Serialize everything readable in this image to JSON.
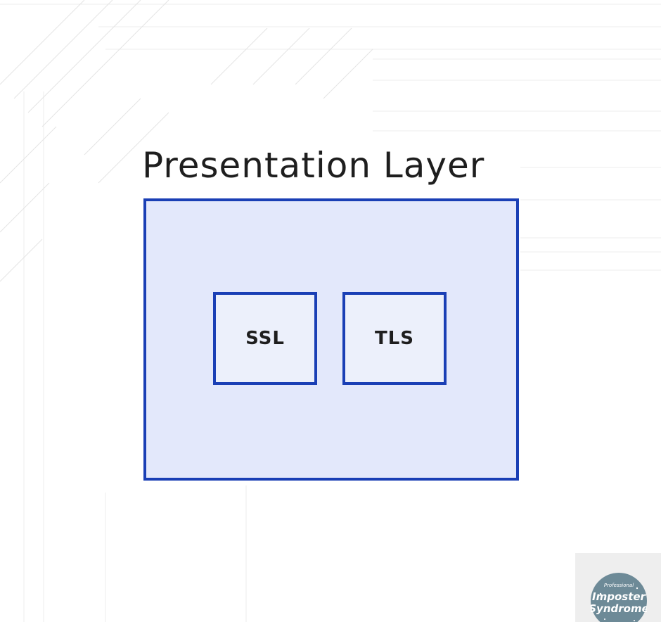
{
  "diagram": {
    "title": "Presentation Layer",
    "protocols": [
      {
        "label": "SSL"
      },
      {
        "label": "TLS"
      }
    ]
  },
  "watermark": {
    "lines": [
      "Professional",
      "Imposter",
      "Syndrome"
    ]
  },
  "colors": {
    "stroke": "#1a3fb5",
    "outer_fill": "#e3e8fb",
    "inner_fill": "#ecf0fb",
    "text": "#1e1e1e",
    "badge": "#6d8a97"
  }
}
